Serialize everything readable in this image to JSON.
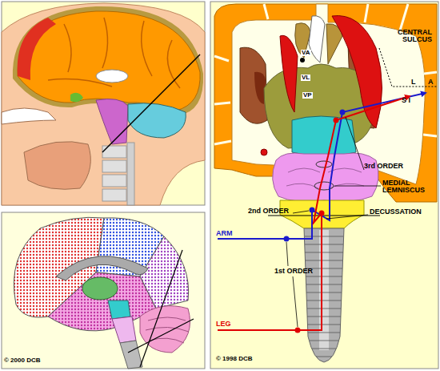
{
  "diagram": {
    "labels": [
      "VA",
      "VL",
      "VP",
      "CENTRAL SULCUS",
      "L",
      "S I",
      "A",
      "3rd ORDER",
      "MEDIAL LEMNISCUS",
      "2nd ORDER",
      "DECUSSATION",
      "ARM",
      "1st ORDER",
      "LEG",
      "© 2000 DCB",
      "© 1998 DCB"
    ]
  }
}
